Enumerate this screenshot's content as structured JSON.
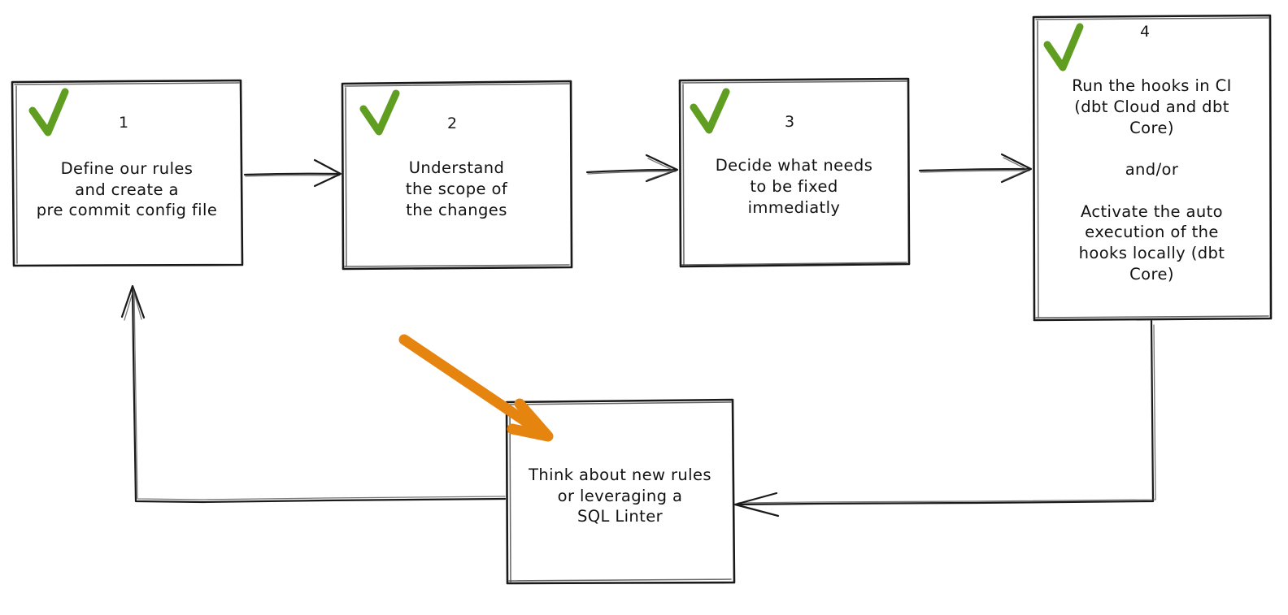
{
  "diagram": {
    "title": "Pre-commit hooks adoption flowchart",
    "style": "hand-drawn whiteboard sketch",
    "background_color": "#ffffff",
    "stroke_color": "#1a1a1a",
    "check_color": "#5f9e20",
    "highlight_color": "#e5840f"
  },
  "nodes": [
    {
      "id": "step-1",
      "number": "1",
      "checked": true,
      "text": "Define our rules\nand create a\npre commit config file"
    },
    {
      "id": "step-2",
      "number": "2",
      "checked": true,
      "text": "Understand\nthe scope of\nthe changes"
    },
    {
      "id": "step-3",
      "number": "3",
      "checked": true,
      "text": "Decide what needs\nto be fixed\nimmediatly"
    },
    {
      "id": "step-4",
      "number": "4",
      "checked": true,
      "text": "Run the hooks in CI\n(dbt Cloud and dbt\nCore)\n\nand/or\n\nActivate the auto\nexecution of the\nhooks locally (dbt\nCore)"
    },
    {
      "id": "step-5",
      "number": "",
      "checked": false,
      "text": "Think about new rules\nor leveraging a\nSQL Linter"
    }
  ],
  "connectors": [
    {
      "id": "edge-1-to-2",
      "from": "step-1",
      "to": "step-2",
      "direction": "right",
      "label": ""
    },
    {
      "id": "edge-2-to-3",
      "from": "step-2",
      "to": "step-3",
      "direction": "right",
      "label": ""
    },
    {
      "id": "edge-3-to-4",
      "from": "step-3",
      "to": "step-4",
      "direction": "right",
      "label": ""
    },
    {
      "id": "edge-4-to-5",
      "from": "step-4",
      "to": "step-5",
      "direction": "down-left",
      "label": ""
    },
    {
      "id": "edge-5-to-1",
      "from": "step-5",
      "to": "step-1",
      "direction": "left-up",
      "label": ""
    }
  ],
  "annotations": [
    {
      "id": "orange-highlight-arrow",
      "type": "arrow",
      "color": "#e5840f",
      "points_to": "step-5",
      "label": ""
    }
  ]
}
